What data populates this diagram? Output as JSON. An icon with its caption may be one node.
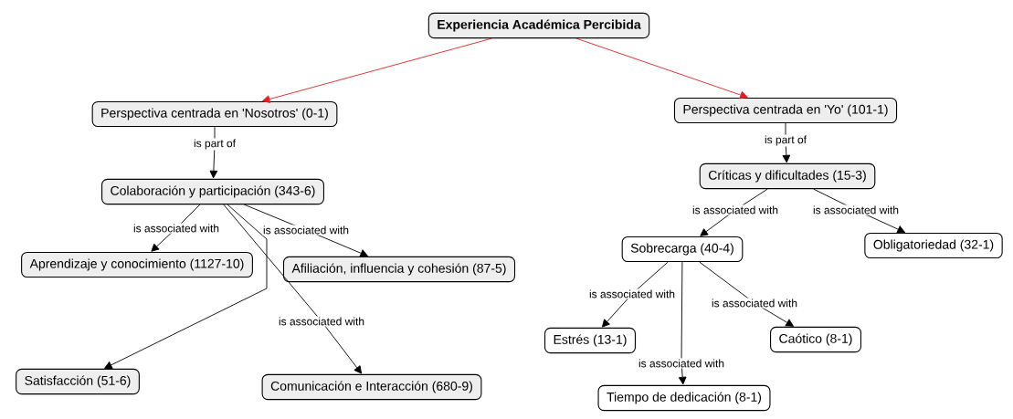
{
  "diagram": {
    "nodes": [
      {
        "text": [
          "Experiencia Académica Percibida"
        ]
      },
      {
        "text": [
          "Perspectiva centrada en 'Nosotros' (0-1)"
        ]
      },
      {
        "text": [
          "Perspectiva centrada en 'Yo' (101-1)"
        ]
      },
      {
        "text": [
          "Colaboración y participación (343-6)"
        ]
      },
      {
        "text": [
          "Aprendizaje y conocimiento (1127-10)"
        ]
      },
      {
        "text": [
          "Afiliación, influencia y cohesión (87-5)"
        ]
      },
      {
        "text": [
          "Satisfacción (51-6)"
        ]
      },
      {
        "text": [
          "Comunicación e Interacción (680-9)"
        ]
      },
      {
        "text": [
          "Críticas y dificultades (15-3)"
        ]
      },
      {
        "text": [
          "Sobrecarga (40-4)"
        ]
      },
      {
        "text": [
          "Obligatoriedad (32-1)"
        ]
      },
      {
        "text": [
          "Estrés (13-1)"
        ]
      },
      {
        "text": [
          "Caótico (8-1)"
        ]
      },
      {
        "text": [
          "Tiempo de dedicación (8-1)"
        ]
      }
    ],
    "edges": [
      {
        "from": 0,
        "to": 1,
        "arrow": "to",
        "color": "#e02020"
      },
      {
        "from": 0,
        "to": 2,
        "arrow": "to",
        "color": "#e02020"
      },
      {
        "from": 1,
        "to": 3,
        "arrow": "to",
        "label": "is part of"
      },
      {
        "from": 2,
        "to": 8,
        "arrow": "to",
        "label": "is part of"
      },
      {
        "from": 3,
        "to": 4,
        "arrow": "to",
        "label": "is associated with"
      },
      {
        "from": 3,
        "to": 5,
        "arrow": "to",
        "label": "is associated with"
      },
      {
        "from": 3,
        "to": 6,
        "arrow": "to"
      },
      {
        "from": 3,
        "to": 7,
        "arrow": "to",
        "label": "is associated with"
      },
      {
        "from": 8,
        "to": 9,
        "arrow": "to",
        "label": "is associated with"
      },
      {
        "from": 8,
        "to": 10,
        "arrow": "to",
        "label": "is associated with"
      },
      {
        "from": 9,
        "to": 11,
        "arrow": "to",
        "label": "is associated with"
      },
      {
        "from": 9,
        "to": 12,
        "arrow": "to",
        "label": "is associated with"
      },
      {
        "from": 9,
        "to": 13,
        "arrow": "to",
        "label": "is associated with"
      }
    ]
  }
}
